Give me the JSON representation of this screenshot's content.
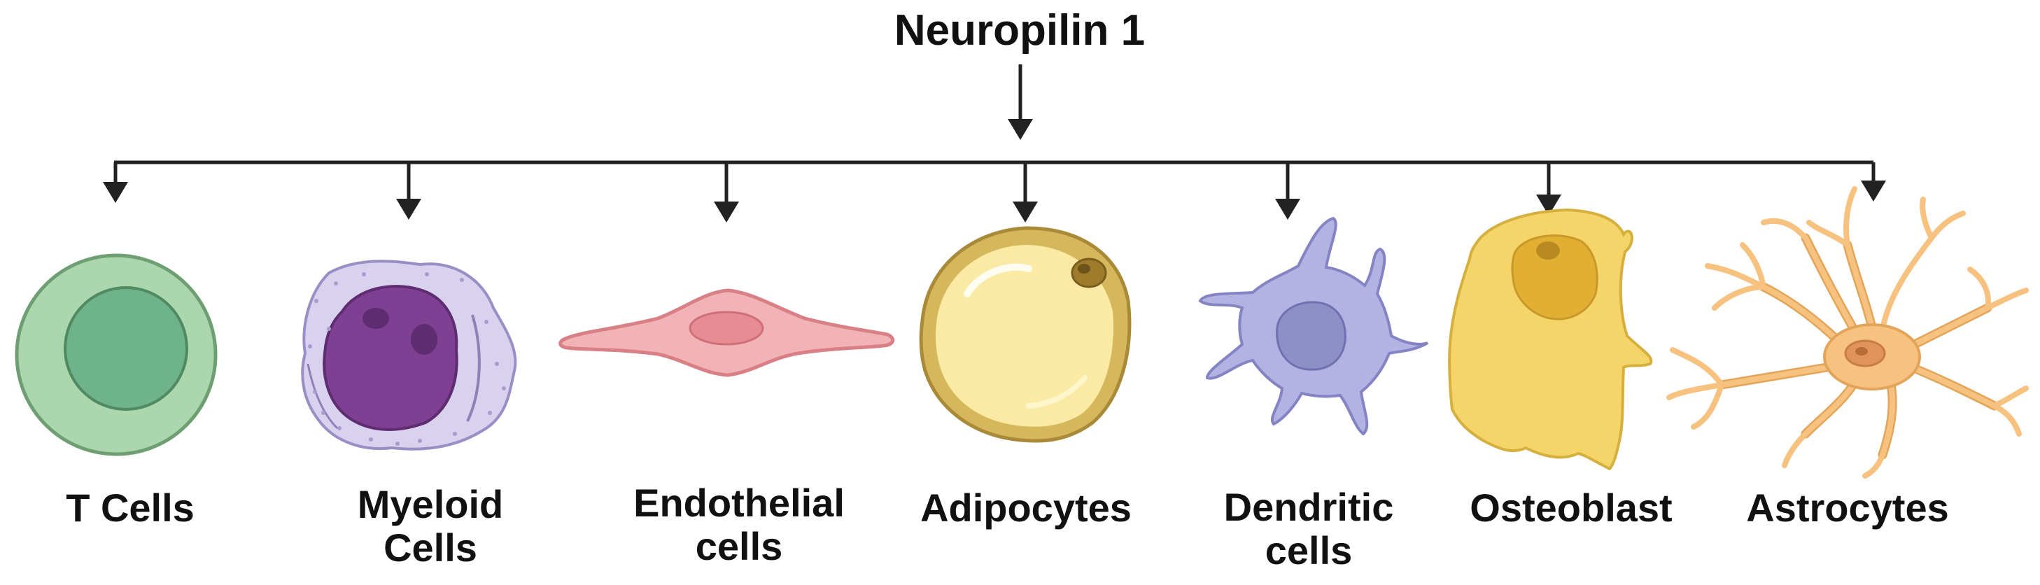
{
  "title": "Neuropilin 1",
  "cells": [
    {
      "label": "T Cells",
      "icon": "t-cell-icon"
    },
    {
      "label": "Myeloid\nCells",
      "icon": "myeloid-cell-icon"
    },
    {
      "label": "Endothelial\ncells",
      "icon": "endothelial-cell-icon"
    },
    {
      "label": "Adipocytes",
      "icon": "adipocyte-icon"
    },
    {
      "label": "Dendritic\ncells",
      "icon": "dendritic-cell-icon"
    },
    {
      "label": "Osteoblast",
      "icon": "osteoblast-icon"
    },
    {
      "label": "Astrocytes",
      "icon": "astrocyte-icon"
    }
  ],
  "colors": {
    "line": "#222222",
    "t_cell_outer": "#acd7ad",
    "t_cell_inner": "#6fb38a",
    "myeloid_cytoplasm": "#d9d2ee",
    "myeloid_nucleus": "#7f3f93",
    "endothelial": "#f2b3b6",
    "adipocyte": "#fbeaa4",
    "dendritic": "#b2b2e3",
    "osteoblast": "#f5d56a",
    "astrocyte": "#f7c27f"
  }
}
